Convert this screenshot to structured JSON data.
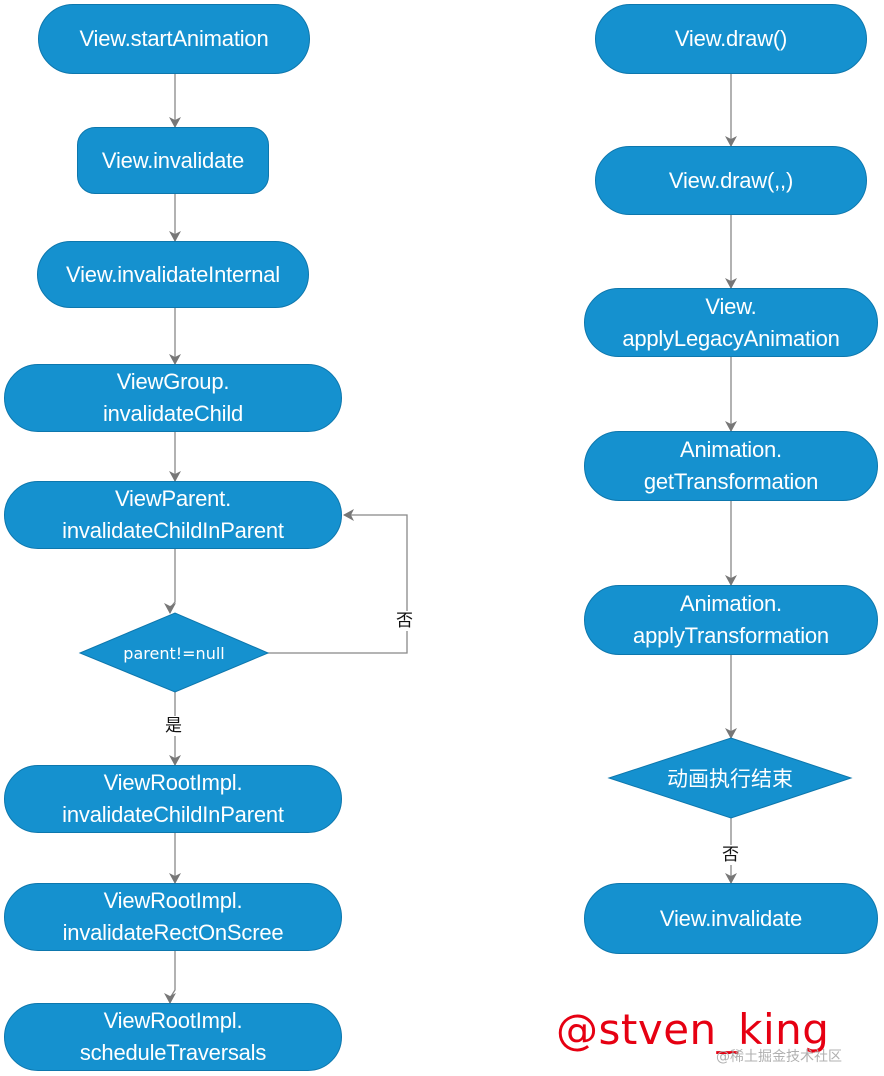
{
  "left_flow": {
    "start_animation": {
      "line1": "View.startAnimation"
    },
    "invalidate": {
      "line1": "View.invalidate"
    },
    "invalidate_internal": {
      "line1": "View.invalidateInternal"
    },
    "viewgroup_invalidate_child": {
      "line1": "ViewGroup.",
      "line2": "invalidateChild"
    },
    "viewparent_invalidate_child_in_parent": {
      "line1": "ViewParent.",
      "line2": "invalidateChildInParent"
    },
    "decision": {
      "text": "parent!=null",
      "no_label": "否",
      "yes_label": "是"
    },
    "viewrootimpl_invalidate_child_in_parent": {
      "line1": "ViewRootImpl.",
      "line2": "invalidateChildInParent"
    },
    "viewrootimpl_invalidate_rect": {
      "line1": "ViewRootImpl.",
      "line2": "invalidateRectOnScree"
    },
    "viewrootimpl_schedule_traversals": {
      "line1": "ViewRootImpl.",
      "line2": "scheduleTraversals"
    }
  },
  "right_flow": {
    "draw": {
      "line1": "View.draw()"
    },
    "draw_three_args": {
      "line1": "View.draw(,,)"
    },
    "apply_legacy_animation": {
      "line1": "View.",
      "line2": "applyLegacyAnimation"
    },
    "get_transformation": {
      "line1": "Animation.",
      "line2": "getTransformation"
    },
    "apply_transformation": {
      "line1": "Animation.",
      "line2": "applyTransformation"
    },
    "decision": {
      "text": "动画执行结束",
      "no_label": "否"
    },
    "invalidate": {
      "line1": "View.invalidate"
    }
  },
  "watermark": {
    "text": "@stven_king"
  },
  "site_mark": {
    "text": "@稀土掘金技术社区"
  },
  "colors": {
    "node_fill": "#1591cf",
    "node_border": "#0d77ad",
    "connector": "#888888",
    "watermark": "#e60012"
  }
}
